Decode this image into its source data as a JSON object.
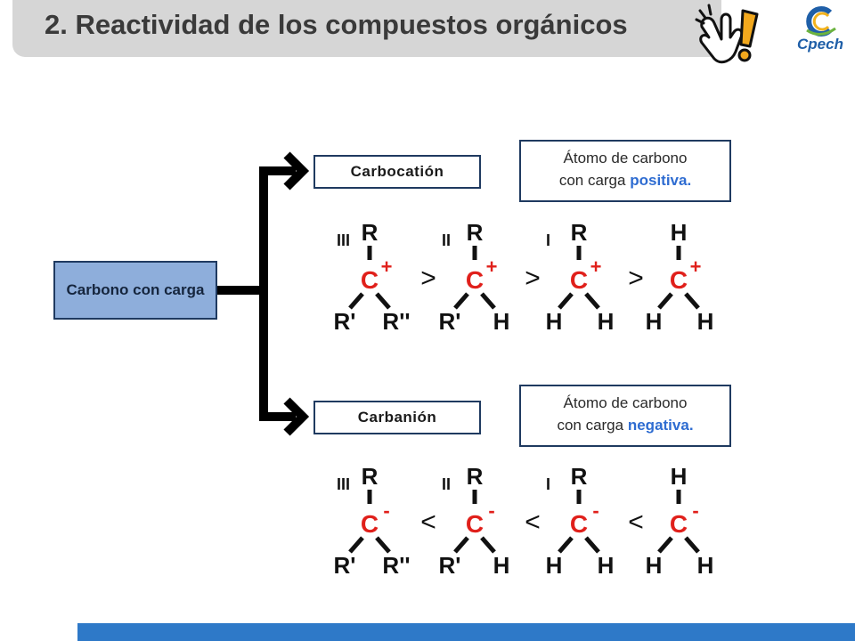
{
  "header": {
    "title": "2. Reactividad de los compuestos orgánicos",
    "logo_text": "Cpech"
  },
  "diagram": {
    "root_label": "Carbono con carga",
    "carbocation": {
      "label": "Carbocatión",
      "desc_line1": "Átomo de carbono",
      "desc_prefix": "con carga",
      "desc_accent": "positiva.",
      "charge": "+",
      "comparator": ">",
      "structures": [
        {
          "degree": "III",
          "top": "R",
          "left": "R'",
          "right": "R''"
        },
        {
          "degree": "II",
          "top": "R",
          "left": "R'",
          "right": "H"
        },
        {
          "degree": "I",
          "top": "R",
          "left": "H",
          "right": "H"
        },
        {
          "degree": "",
          "top": "H",
          "left": "H",
          "right": "H"
        }
      ]
    },
    "carbanion": {
      "label": "Carbanión",
      "desc_line1": "Átomo de carbono",
      "desc_prefix": "con carga",
      "desc_accent": "negativa.",
      "charge": "-",
      "comparator": "<",
      "structures": [
        {
          "degree": "III",
          "top": "R",
          "left": "R'",
          "right": "R''"
        },
        {
          "degree": "II",
          "top": "R",
          "left": "R'",
          "right": "H"
        },
        {
          "degree": "I",
          "top": "R",
          "left": "H",
          "right": "H"
        },
        {
          "degree": "",
          "top": "H",
          "left": "H",
          "right": "H"
        }
      ]
    },
    "carbon_symbol": "C"
  },
  "colors": {
    "title_bar": "#d6d6d6",
    "root_fill": "#8eaedb",
    "accent_text": "#2e6cd1",
    "carbon_red": "#e0201b",
    "bottom_bar": "#2e79c8"
  },
  "icons": [
    "pointing-hand-icon",
    "exclamation-icon",
    "cpech-logo"
  ]
}
